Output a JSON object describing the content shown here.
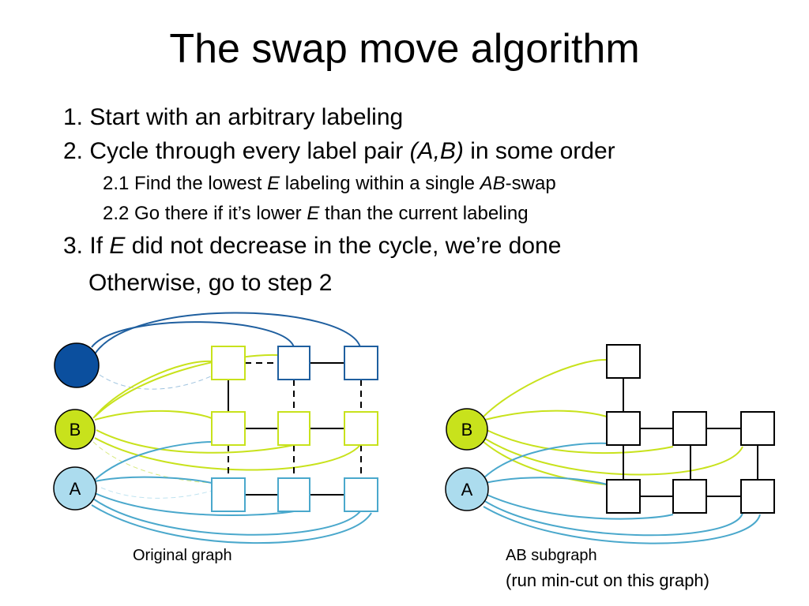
{
  "slide": {
    "title": "The swap move algorithm",
    "steps": {
      "s1": "1. Start with an arbitrary labeling",
      "s2_pre": "2. Cycle through every label pair ",
      "s2_em": "(A,B)",
      "s2_post": " in some order",
      "s21_pre": "2.1 Find the lowest ",
      "s21_em1": "E",
      "s21_mid": " labeling within a single ",
      "s21_em2": "AB",
      "s21_post": "-swap",
      "s22_pre": "2.2 Go there if it’s lower ",
      "s22_em": "E",
      "s22_post": " than the current labeling",
      "s3_pre": "3. If ",
      "s3_em": "E",
      "s3_post": " did not decrease in the cycle, we’re done",
      "s3b": "Otherwise, go to step 2"
    }
  },
  "diagram": {
    "labels": {
      "b": "B",
      "a": "A"
    },
    "captions": {
      "left": "Original graph",
      "right_line1": "AB subgraph",
      "right_line2": "(run min-cut on this graph)"
    },
    "colors": {
      "dark_blue": "#0b4f9e",
      "node_border_blue": "#1f5f9f",
      "yellow_green": "#c8e21c",
      "light_blue": "#9fd6ea",
      "light_blue_stroke": "#4aa8cc"
    }
  }
}
